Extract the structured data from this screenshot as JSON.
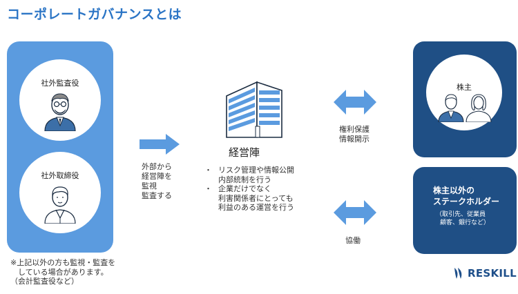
{
  "title": "コーポレートガバナンスとは",
  "left": {
    "role1": "社外監査役",
    "role2": "社外取締役",
    "note": [
      "※上記以外の方も監視・監査を",
      "　している場合があります。",
      "（会計監査役など）"
    ]
  },
  "middle": {
    "arrow_label": [
      "外部から",
      "経営陣を",
      "監視",
      "監査する"
    ],
    "heading": "経営陣",
    "bullets": [
      {
        "mark": "・",
        "lines": [
          "リスク管理や情報公開",
          "内部統制を行う"
        ]
      },
      {
        "mark": "・",
        "lines": [
          "企業だけでなく",
          "利害関係者にとっても",
          "利益のある運営を行う"
        ]
      }
    ]
  },
  "relations": {
    "shareholders_label": [
      "権利保護",
      "情報開示"
    ],
    "stakeholders_label": "協働"
  },
  "right": {
    "shareholders": "株主",
    "stakeholders_title": [
      "株主以外の",
      "ステークホルダー"
    ],
    "stakeholders_sub": [
      "（取引先、従業員",
      "顧客、銀行など）"
    ]
  },
  "logo": {
    "text": "RESKILL"
  },
  "colors": {
    "title": "#2a74c5",
    "left_panel": "#5b9bdf",
    "right_panel": "#1f4f85",
    "arrow": "#5b9bdf",
    "building": "#5b9bdf",
    "logo": "#1e4f8a"
  }
}
